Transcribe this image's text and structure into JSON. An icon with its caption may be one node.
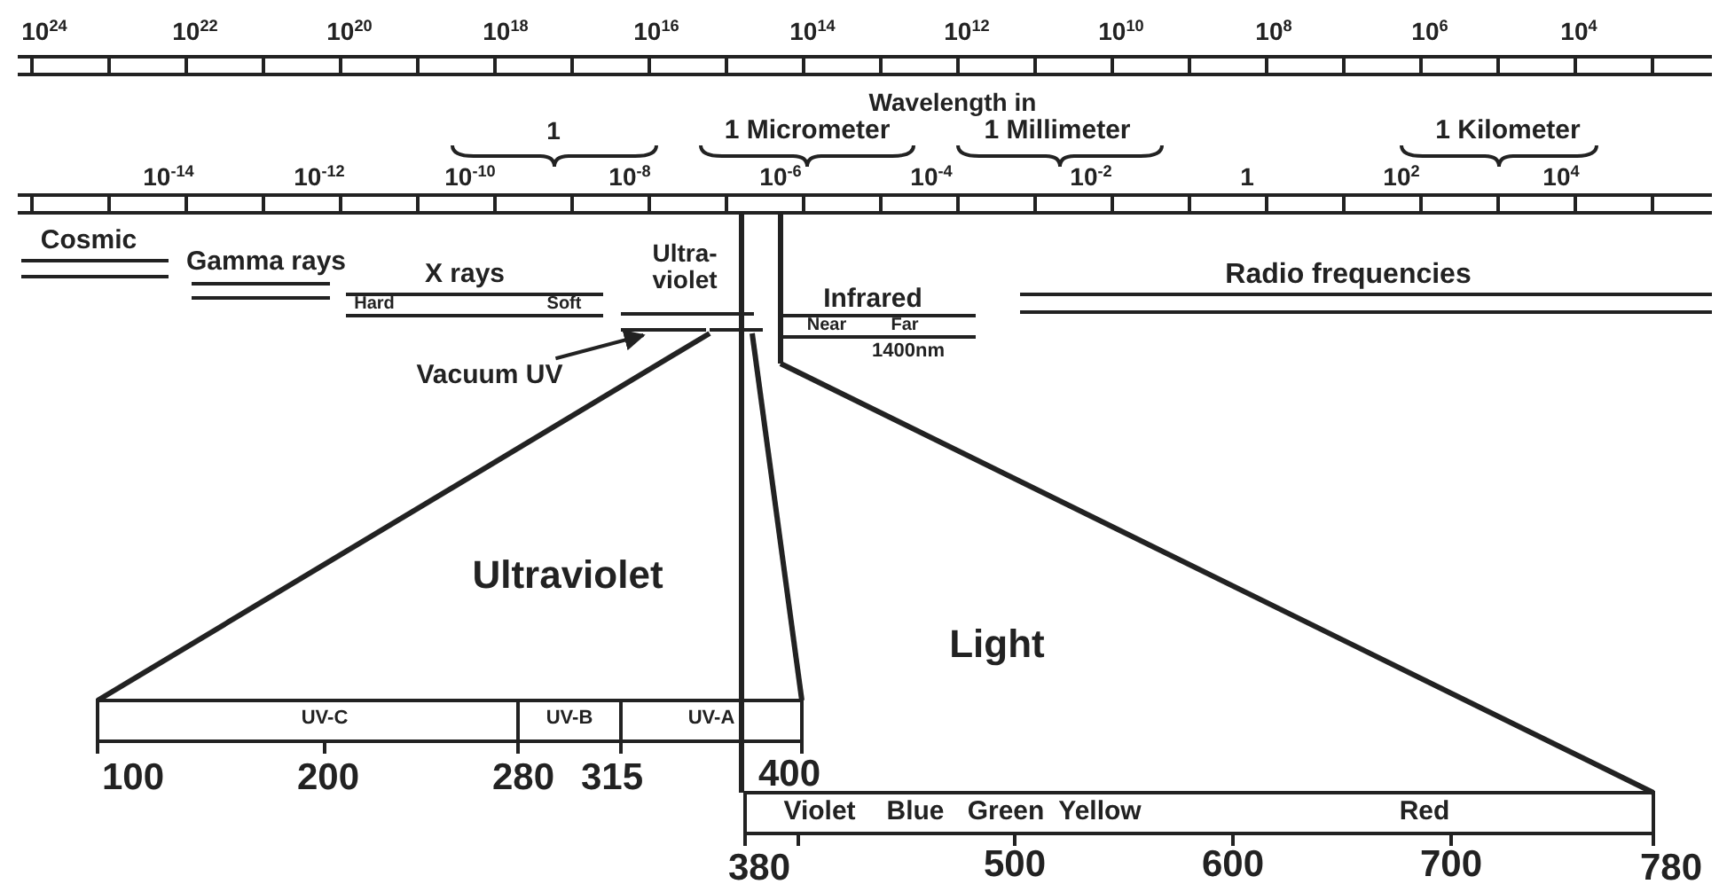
{
  "diagram": {
    "nodes": [
      {
        "text": [
          "Vacuum UV"
        ]
      },
      {
        "text": [],
        "shape": "bar"
      }
    ],
    "edges": [
      {
        "from": 0,
        "to": 1,
        "arrow": "to"
      }
    ],
    "labels": [
      "10$^{24}$",
      "10$^{22}$",
      "10$^{20}$",
      "10$^{18}$",
      "10$^{16}$",
      "10$^{14}$",
      "10$^{12}$",
      "10$^{10}$",
      "10$^{8}$",
      "10$^{6}$",
      "10$^{4}$",
      "Wavelength in",
      "1",
      "1 Micrometer",
      "1 Millimeter",
      "1 Kilometer",
      "10$^{-14}$",
      "10$^{-12}$",
      "10$^{-10}$",
      "10$^{-8}$",
      "10$^{-6}$",
      "10$^{-4}$",
      "10$^{-2}$",
      "1",
      "10$^{2}$",
      "10$^{4}$",
      "Cosmic",
      "Gamma rays",
      "X rays",
      "Ultra- violet",
      "Hard",
      "Soft",
      "Infrared",
      "Radio frequencies",
      "Near",
      "Far",
      "1400nm",
      "Ultraviolet",
      "Light",
      "UV-C",
      "UV-B",
      "UV-A",
      "100",
      "200",
      "280",
      "315",
      "400",
      "Violet",
      "Blue",
      "Green",
      "Yellow",
      "Red",
      "380",
      "500",
      "600",
      "700",
      "780"
    ]
  }
}
